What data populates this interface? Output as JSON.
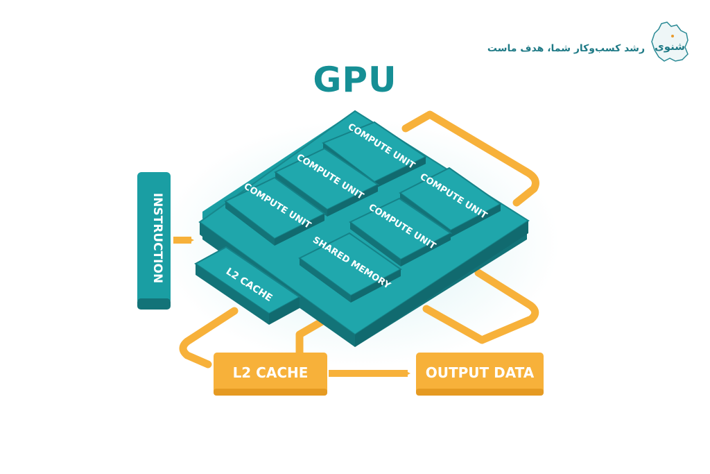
{
  "brand": {
    "tagline": "رشد کسب‌وکار شما، هدف ماست",
    "logo_text": "شنوی"
  },
  "diagram": {
    "title": "GPU",
    "instruction_label": "INSTRUCTION",
    "compute_units": [
      "COMPUTE UNIT",
      "COMPUTE UNIT",
      "COMPUTE UNIT",
      "COMPUTE UNIT",
      "COMPUTE UNIT"
    ],
    "shared_memory_label": "SHARED MEMORY",
    "l2_cache_chip_label": "L2 CACHE",
    "l2_cache_box_label": "L2 CACHE",
    "output_data_label": "OUTPUT DATA"
  },
  "colors": {
    "teal": "#1a9ea3",
    "teal_dark": "#137378",
    "orange": "#f7b13a",
    "title": "#168f95"
  }
}
